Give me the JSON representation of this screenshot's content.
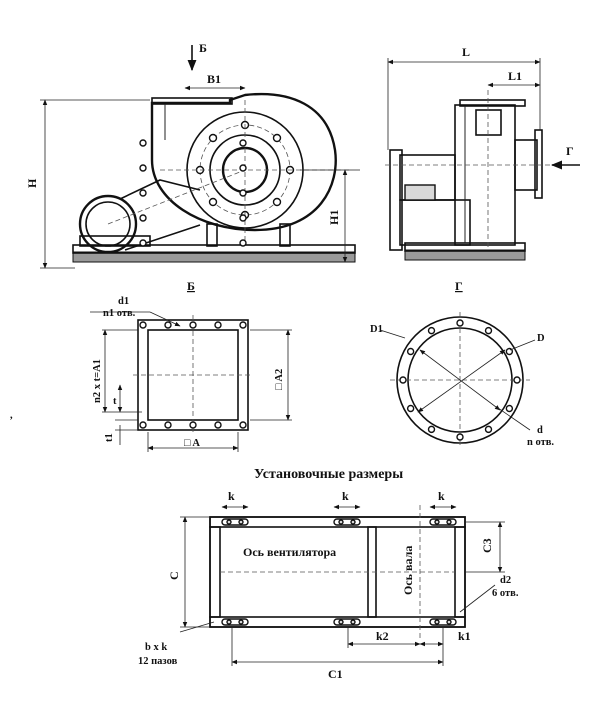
{
  "labels": {
    "B": "Б",
    "G": "Г",
    "B1": "B1",
    "H": "H",
    "H1": "H1",
    "L": "L",
    "L1": "L1",
    "d1": "d1",
    "n1_holes": "n1 отв.",
    "n2_eq": "n2 x t=A1",
    "t": "t",
    "t1": "t1",
    "A": "□ A",
    "A2": "□ A2",
    "D1": "D1",
    "D": "D",
    "d": "d",
    "n_holes": "n отв.",
    "title": "Установочные размеры",
    "k": "k",
    "C": "C",
    "C3": "C3",
    "fan_axis": "Ось вентилятора",
    "shaft_axis": "Ось вала",
    "d2": "d2",
    "six_holes": "6 отв.",
    "b_x_k": "b x k",
    "slots12": "12 пазов",
    "k2": "k2",
    "k1": "k1",
    "C1": "C1"
  },
  "colors": {
    "line": "#111111",
    "ground": "#9a9a9a",
    "background": "#ffffff"
  }
}
